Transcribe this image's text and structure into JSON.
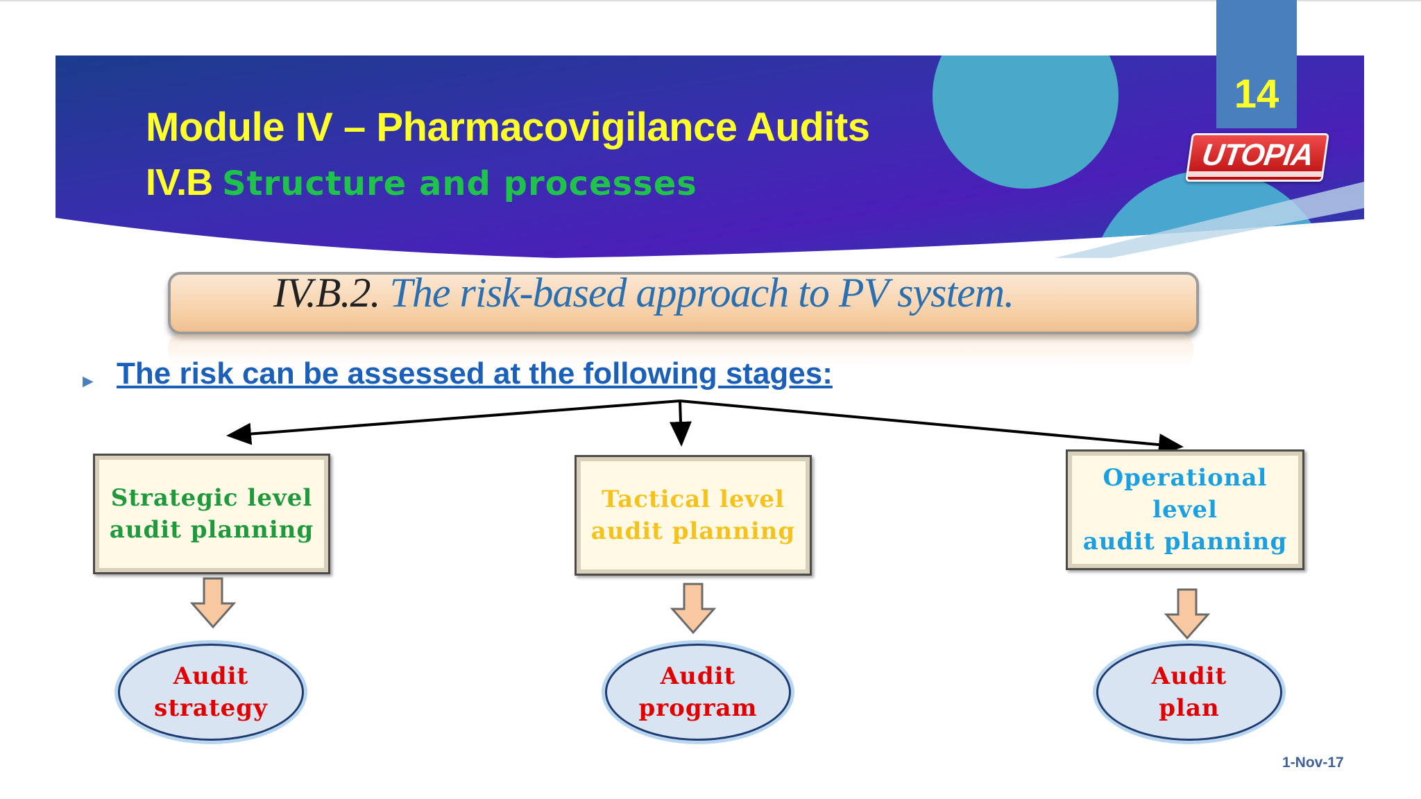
{
  "header": {
    "title": "Module IV – Pharmacovigilance Audits",
    "section_code": "IV.B",
    "section_title": "Structure and processes",
    "slide_number": "14",
    "logo_text": "UTOPIA"
  },
  "heading": {
    "code": "IV.B.2.",
    "text": "The risk-based approach to PV system."
  },
  "bullet": {
    "text": "The risk can be assessed at the following stages:"
  },
  "levels": [
    {
      "box_line1": "Strategic level",
      "box_line2": "audit planning",
      "box_color": "#1e9a3c",
      "result_line1": "Audit",
      "result_line2": "strategy"
    },
    {
      "box_line1": "Tactical level",
      "box_line2": "audit planning",
      "box_color": "#f5c21b",
      "result_line1": "Audit",
      "result_line2": "program"
    },
    {
      "box_line1": "Operational level",
      "box_line2": "audit planning",
      "box_color": "#1aa0e0",
      "result_line1": "Audit",
      "result_line2": "plan"
    }
  ],
  "footer": {
    "date": "1-Nov-17"
  },
  "colors": {
    "banner_start": "#1b3c8c",
    "banner_end": "#4a1fb8",
    "title": "#ffff2a",
    "subtitle": "#1fc24a",
    "accent_blue": "#4a7fbd",
    "result_text": "#e00000"
  }
}
